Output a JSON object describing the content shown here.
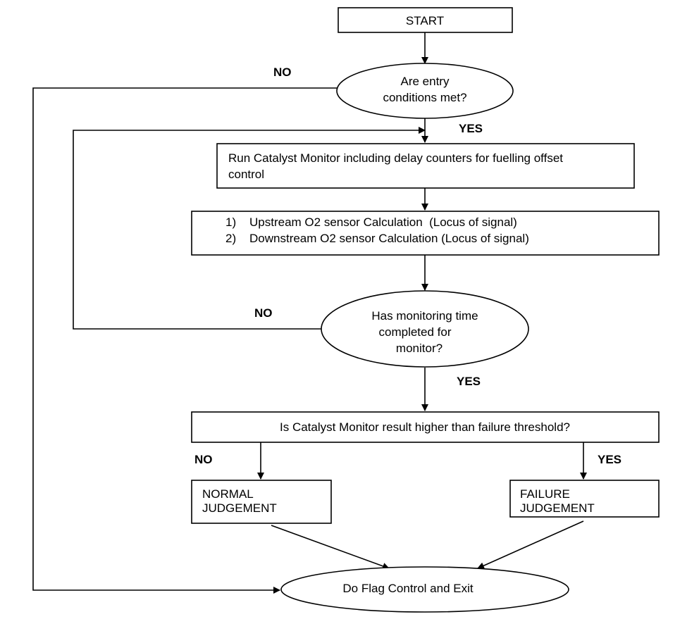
{
  "nodes": {
    "start": "START",
    "entry_conditions": [
      "Are entry",
      "conditions met?"
    ],
    "run_monitor": [
      "Run Catalyst Monitor including delay counters for fuelling offset",
      "control"
    ],
    "calculations": [
      "1)    Upstream O2 sensor Calculation  (Locus of signal)",
      "2)    Downstream O2 sensor Calculation (Locus of signal)"
    ],
    "monitoring_time": [
      "Has monitoring time",
      "completed for",
      "monitor?"
    ],
    "threshold_check": "Is Catalyst Monitor result higher than failure threshold?",
    "normal_judgement": [
      "NORMAL",
      "JUDGEMENT"
    ],
    "failure_judgement": [
      "FAILURE",
      "JUDGEMENT"
    ],
    "flag_control": "Do Flag Control and Exit"
  },
  "branch_labels": {
    "entry_no": "NO",
    "entry_yes": "YES",
    "monitoring_no": "NO",
    "monitoring_yes": "YES",
    "threshold_no": "NO",
    "threshold_yes": "YES"
  }
}
